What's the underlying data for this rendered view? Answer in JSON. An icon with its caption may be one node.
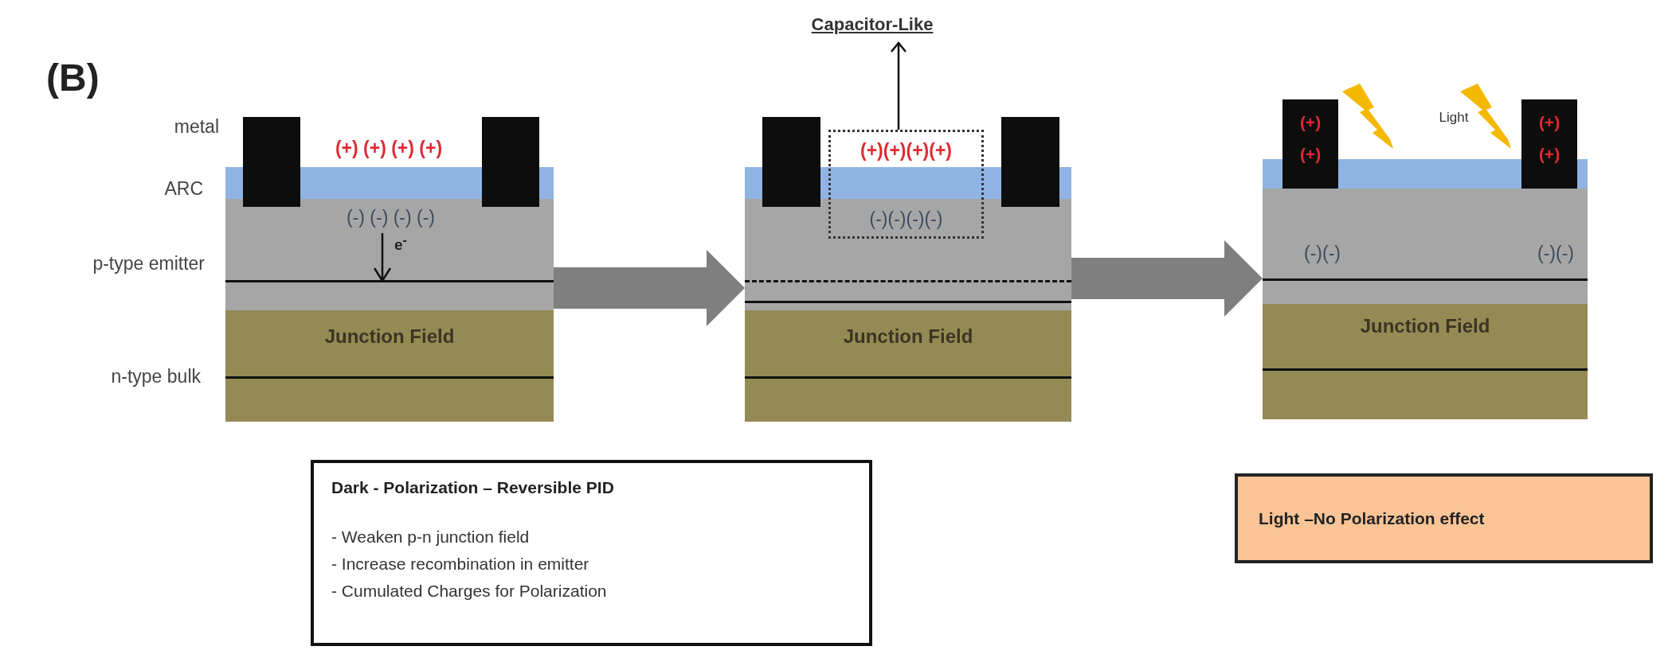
{
  "diagram": {
    "nodes": [
      {
        "text": [
          "Capacitor-Like"
        ]
      },
      {
        "text": [
          "(+) (+) (+) (+)",
          "(-) (-) (-) (-)",
          "e$^{-}$",
          "Junction Field"
        ]
      },
      {
        "text": [],
        "shape": "box",
        "in": 1
      },
      {
        "text": [],
        "shape": "box",
        "in": 1
      },
      {
        "text": [
          "Junction Field"
        ]
      },
      {
        "text": [],
        "shape": "box",
        "in": 4
      },
      {
        "text": [
          "(+)(+)(+)(+)",
          "(-)(-)(-)(-)"
        ],
        "in": 4
      },
      {
        "text": [],
        "shape": "box",
        "in": 4
      },
      {
        "text": [
          "Light",
          "(-)(-)",
          "(-)(-)",
          "Junction Field"
        ]
      },
      {
        "text": [
          "(+)",
          "(+)"
        ],
        "in": 8
      },
      {
        "text": [
          "(+)",
          "(+)"
        ],
        "in": 8
      },
      {
        "text": [
          "Dark - Polarization – Reversible PID",
          "- Weaken p-n junction field",
          "- Increase recombination in emitter",
          "- Cumulated Charges for Polarization"
        ]
      },
      {
        "text": [
          "Light –No Polarization effect"
        ]
      }
    ],
    "edges": [
      {
        "from": 6,
        "to": 0,
        "arrow": "to"
      },
      {
        "from": 1,
        "to": 4,
        "arrow": "to",
        "style": "thick",
        "color": "#7f7f7f"
      },
      {
        "from": 4,
        "to": 8,
        "arrow": "to",
        "style": "thick",
        "color": "#7f7f7f"
      }
    ],
    "labels": [
      "(B)",
      "metal",
      "ARC",
      "p-type emitter",
      "n-type bulk"
    ]
  }
}
